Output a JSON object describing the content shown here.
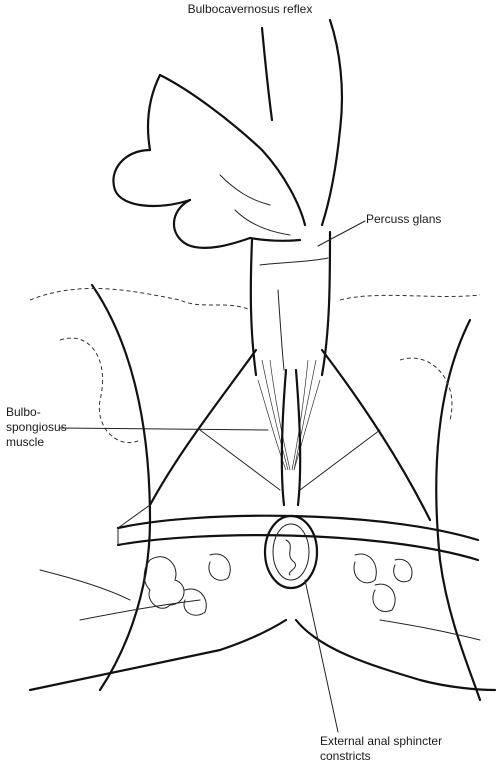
{
  "title": "Bulbocavernosus reflex",
  "labels": {
    "percuss": "Percuss glans",
    "bulbo_line1": "Bulbo-",
    "bulbo_line2": "spongiosus",
    "bulbo_line3": "muscle",
    "external_line1": "External anal sphincter",
    "external_line2": "constricts"
  }
}
